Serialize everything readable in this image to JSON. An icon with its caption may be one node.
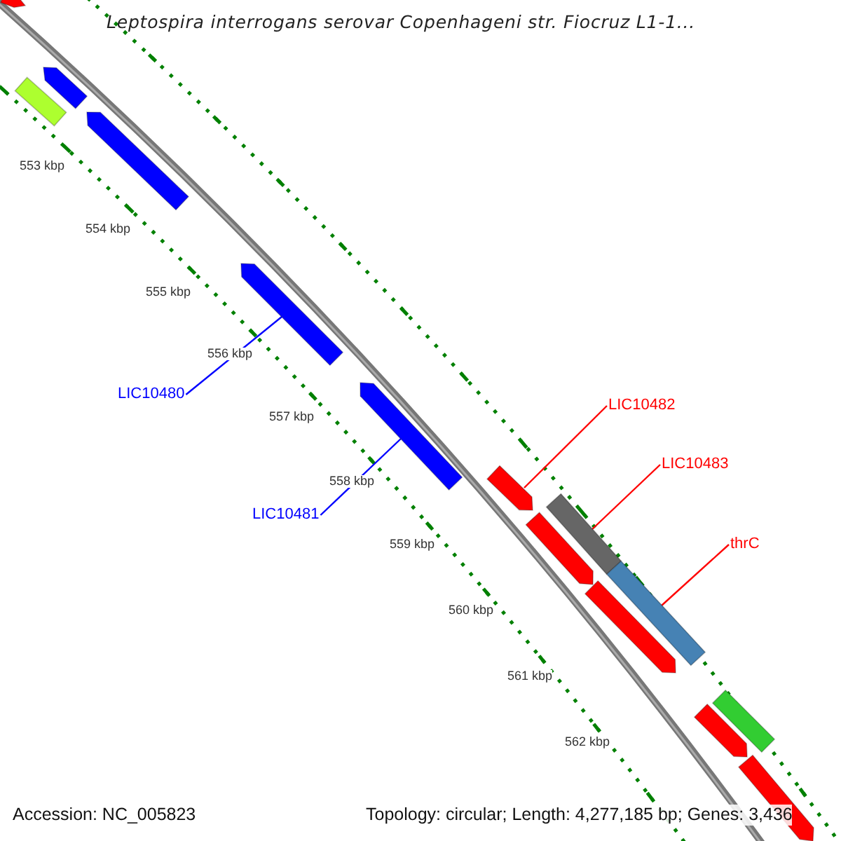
{
  "diagram": {
    "title": "Leptospira interrogans serovar Copenhageni str. Fiocruz L1-1...",
    "nodes": [
      {
        "text": [],
        "shape": "arrow"
      },
      {
        "text": [],
        "shape": "arrow"
      },
      {
        "text": [],
        "shape": "bar"
      },
      {
        "text": [],
        "shape": "arrow"
      },
      {
        "text": [],
        "shape": "arrow"
      },
      {
        "text": [],
        "shape": "arrow"
      },
      {
        "text": [],
        "shape": "arrow"
      },
      {
        "text": [],
        "shape": "bar"
      },
      {
        "text": [],
        "shape": "arrow"
      },
      {
        "text": [],
        "shape": "bar"
      },
      {
        "text": [],
        "shape": "arrow"
      },
      {
        "text": [],
        "shape": "bar"
      },
      {
        "text": [],
        "shape": "arrow"
      },
      {
        "text": [],
        "shape": "arrow"
      },
      {
        "text": [
          "LIC10480"
        ]
      },
      {
        "text": [
          "LIC10481"
        ]
      },
      {
        "text": [
          "LIC10482"
        ]
      },
      {
        "text": [
          "LIC10483"
        ]
      },
      {
        "text": [
          "thrC"
        ]
      }
    ],
    "edges": [
      {
        "from": 14,
        "to": 4,
        "arrow": "none",
        "color": "#0000ff"
      },
      {
        "from": 15,
        "to": 5,
        "arrow": "none",
        "color": "#0000ff"
      },
      {
        "from": 16,
        "to": 6,
        "arrow": "none"
      },
      {
        "from": 17,
        "to": 7,
        "arrow": "none"
      },
      {
        "from": 18,
        "to": 9,
        "arrow": "none"
      }
    ],
    "labels": [
      "553 kbp",
      "554 kbp",
      "555 kbp",
      "556 kbp",
      "557 kbp",
      "558 kbp",
      "559 kbp",
      "560 kbp",
      "561 kbp",
      "562 kbp",
      "Accession: NC_005823",
      "Topology: circular; Length: 4,277,185 bp; Genes: 3,436"
    ]
  }
}
